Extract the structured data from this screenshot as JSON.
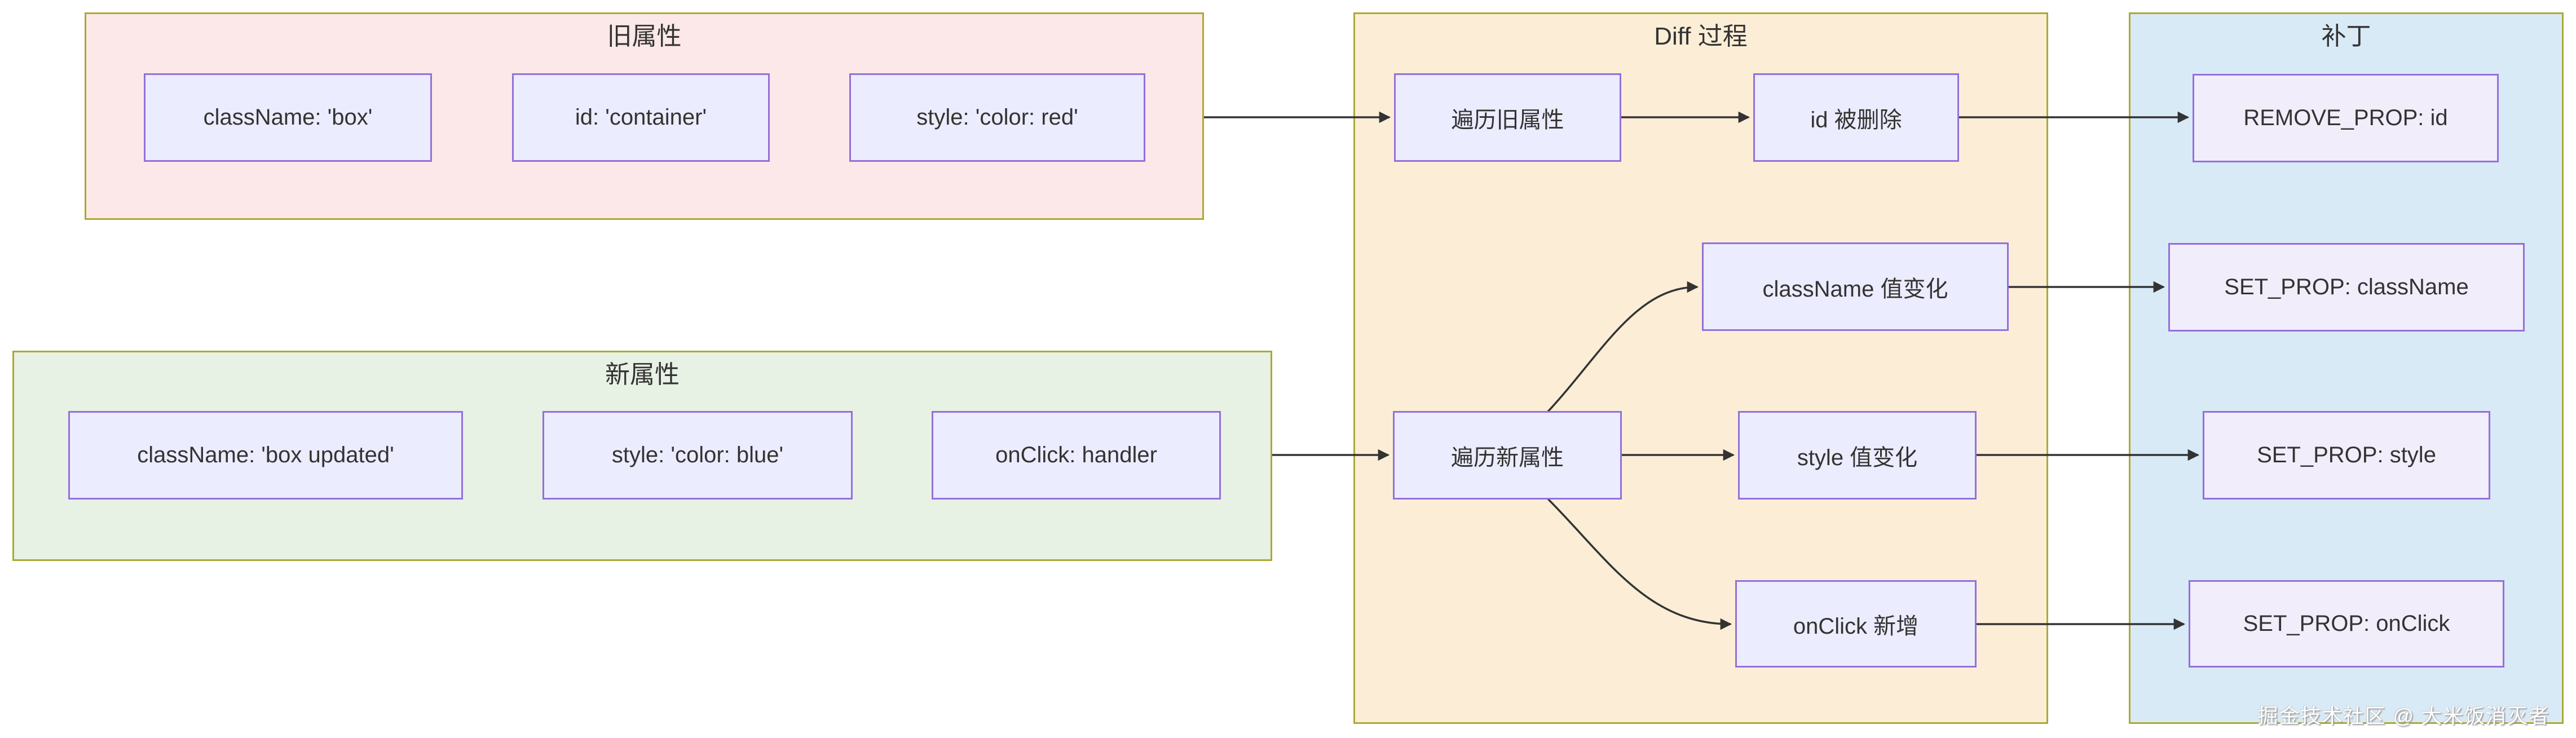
{
  "diagram": {
    "clusters": {
      "old_props": {
        "title": "旧属性"
      },
      "new_props": {
        "title": "新属性"
      },
      "diff_process": {
        "title": "Diff 过程"
      },
      "patch": {
        "title": "补丁"
      }
    },
    "nodes": {
      "old_className": {
        "label": "className: 'box'"
      },
      "old_id": {
        "label": "id: 'container'"
      },
      "old_style": {
        "label": "style: 'color: red'"
      },
      "new_className": {
        "label": "className: 'box updated'"
      },
      "new_style": {
        "label": "style: 'color: blue'"
      },
      "new_onClick": {
        "label": "onClick: handler"
      },
      "traverse_old": {
        "label": "遍历旧属性"
      },
      "id_removed": {
        "label": "id 被删除"
      },
      "className_changed": {
        "label": "className 值变化"
      },
      "traverse_new": {
        "label": "遍历新属性"
      },
      "style_changed": {
        "label": "style 值变化"
      },
      "onClick_added": {
        "label": "onClick 新增"
      },
      "patch_remove_id": {
        "label": "REMOVE_PROP: id"
      },
      "patch_set_className": {
        "label": "SET_PROP: className"
      },
      "patch_set_style": {
        "label": "SET_PROP: style"
      },
      "patch_set_onClick": {
        "label": "SET_PROP: onClick"
      }
    },
    "edges": [
      {
        "from": "旧属性",
        "to": "遍历旧属性"
      },
      {
        "from": "遍历旧属性",
        "to": "id 被删除"
      },
      {
        "from": "id 被删除",
        "to": "REMOVE_PROP: id"
      },
      {
        "from": "新属性",
        "to": "遍历新属性"
      },
      {
        "from": "遍历新属性",
        "to": "className 值变化"
      },
      {
        "from": "遍历新属性",
        "to": "style 值变化"
      },
      {
        "from": "遍历新属性",
        "to": "onClick 新增"
      },
      {
        "from": "className 值变化",
        "to": "SET_PROP: className"
      },
      {
        "from": "style 值变化",
        "to": "SET_PROP: style"
      },
      {
        "from": "onClick 新增",
        "to": "SET_PROP: onClick"
      }
    ],
    "colors": {
      "cluster_border": "#aaaa33",
      "old_fill": "#fce8e8",
      "new_fill": "#e7f1e4",
      "diff_fill": "#fceed6",
      "patch_fill": "#d9eaf7",
      "node_fill": "#ececff",
      "patch_node_fill": "#f2edfa",
      "node_border": "#9370db",
      "edge_color": "#333333",
      "text_color": "#333333"
    }
  },
  "watermark": {
    "text": "掘金技术社区 @ 大米饭消灭者"
  }
}
